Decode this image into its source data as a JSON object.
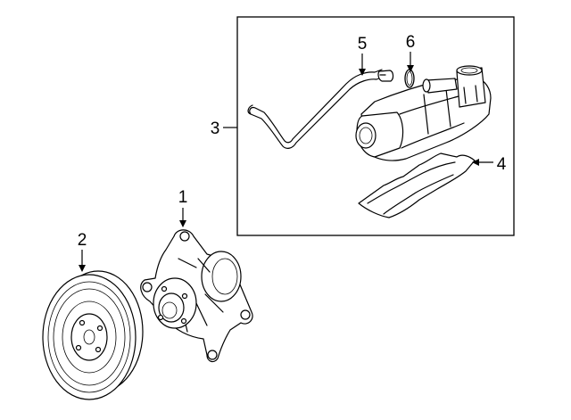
{
  "diagram": {
    "callouts": [
      {
        "id": "1",
        "text": "1"
      },
      {
        "id": "2",
        "text": "2"
      },
      {
        "id": "3",
        "text": "3"
      },
      {
        "id": "4",
        "text": "4"
      },
      {
        "id": "5",
        "text": "5"
      },
      {
        "id": "6",
        "text": "6"
      }
    ],
    "parts": [
      {
        "callout": "1",
        "icon": "water-pump-icon"
      },
      {
        "callout": "2",
        "icon": "pulley-icon"
      },
      {
        "callout": "3",
        "icon": "oil-cooler-assembly-icon"
      },
      {
        "callout": "4",
        "icon": "gasket-icon"
      },
      {
        "callout": "5",
        "icon": "hose-icon"
      },
      {
        "callout": "6",
        "icon": "o-ring-icon"
      }
    ],
    "colors": {
      "line": "#000000",
      "background": "#ffffff"
    }
  }
}
